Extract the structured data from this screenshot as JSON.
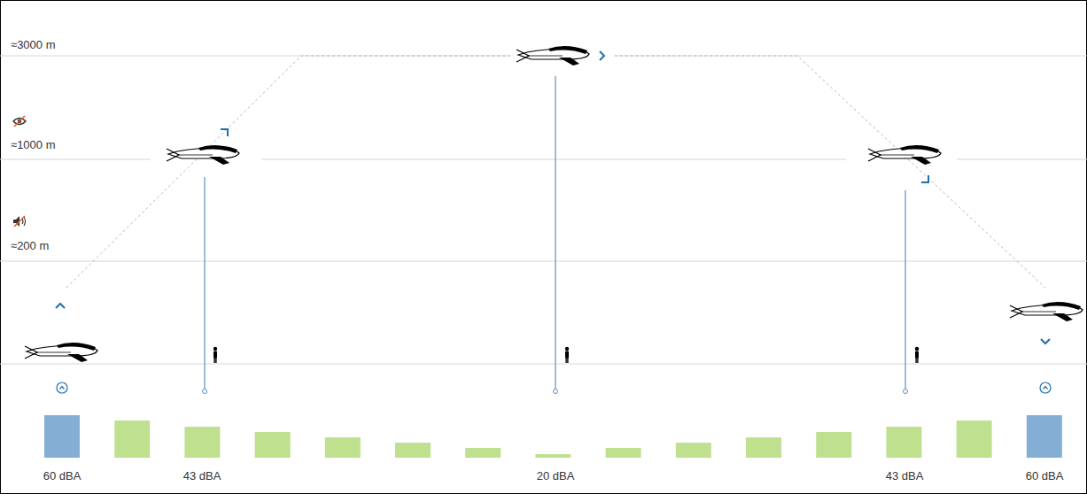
{
  "diagram": {
    "labels": [
      "≈3000 m",
      "≈1000 m",
      "≈200 m",
      "60 dBA",
      "43 dBA",
      "20 dBA",
      "43 dBA",
      "60 dBA"
    ]
  }
}
